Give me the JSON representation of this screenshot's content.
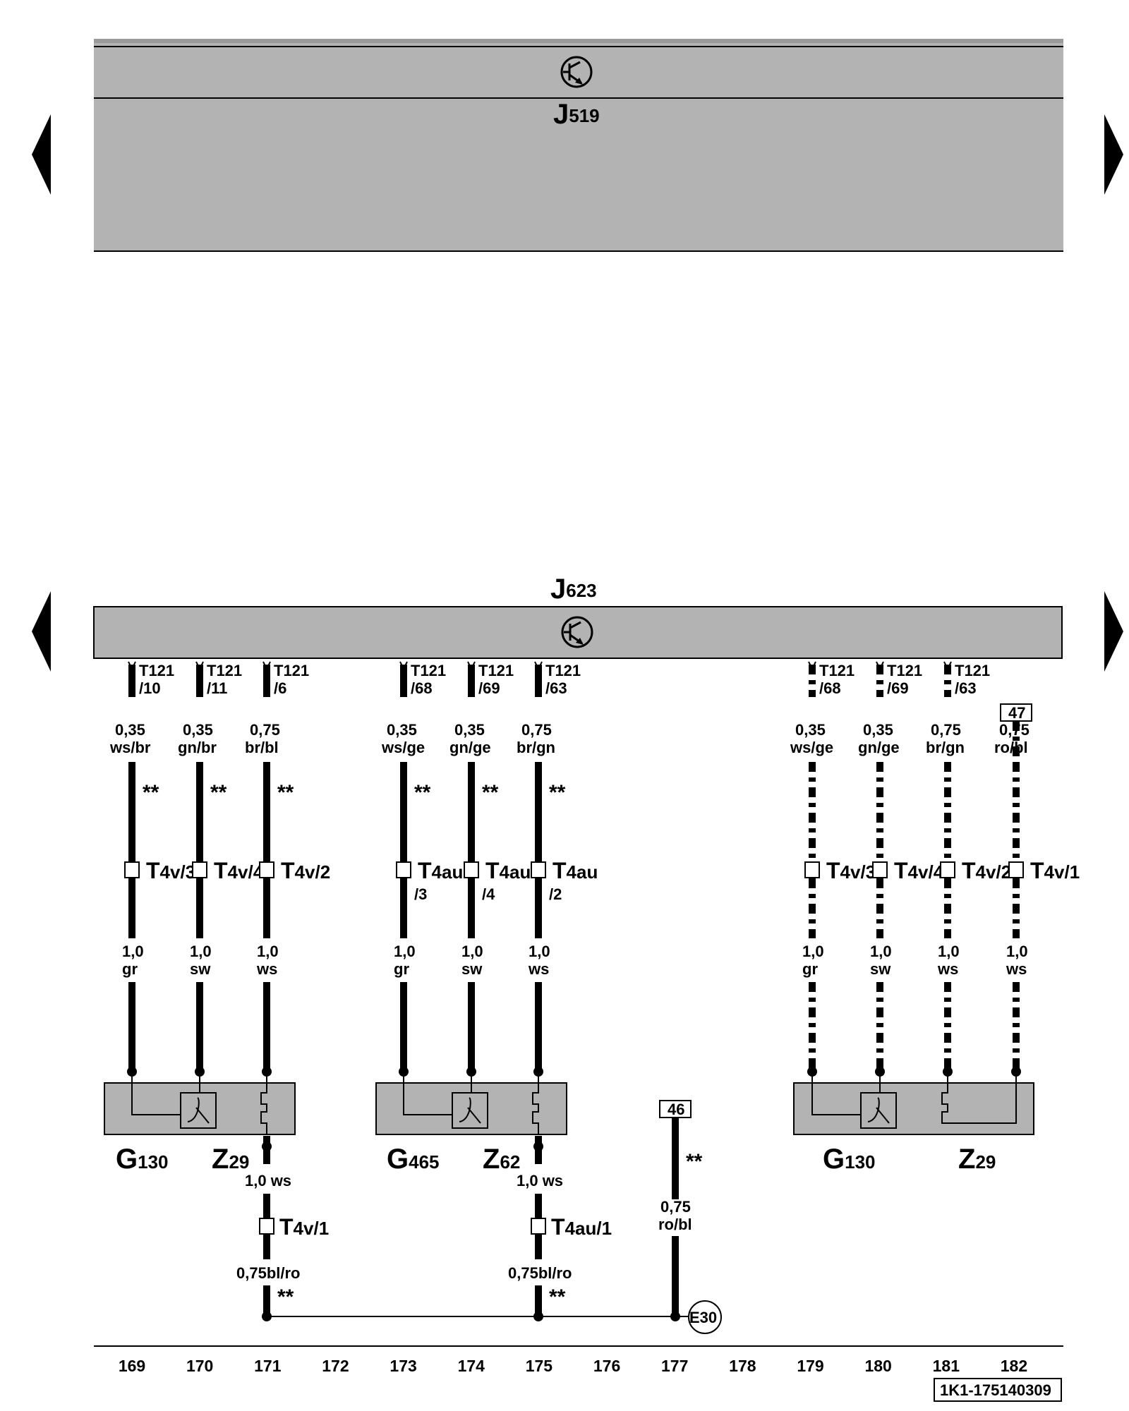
{
  "components": {
    "j519": {
      "letter": "J",
      "sub": "519"
    },
    "j623": {
      "letter": "J",
      "sub": "623"
    }
  },
  "wires_top": [
    {
      "pin": "T121",
      "pin_sub": "/10",
      "gauge": "0,35",
      "color": "ws/br",
      "note": "**",
      "conn": "T",
      "conn_sub": "4v/3",
      "conn_sub2": "",
      "gauge2": "1,0",
      "color2": "gr",
      "dashed": false
    },
    {
      "pin": "T121",
      "pin_sub": "/11",
      "gauge": "0,35",
      "color": "gn/br",
      "note": "**",
      "conn": "T",
      "conn_sub": "4v/4",
      "conn_sub2": "",
      "gauge2": "1,0",
      "color2": "sw",
      "dashed": false
    },
    {
      "pin": "T121",
      "pin_sub": "/6",
      "gauge": "0,75",
      "color": "br/bl",
      "note": "**",
      "conn": "T",
      "conn_sub": "4v/2",
      "conn_sub2": "",
      "gauge2": "1,0",
      "color2": "ws",
      "dashed": false
    },
    {
      "pin": "T121",
      "pin_sub": "/68",
      "gauge": "0,35",
      "color": "ws/ge",
      "note": "**",
      "conn": "T",
      "conn_sub": "4au",
      "conn_sub2": "/3",
      "gauge2": "1,0",
      "color2": "gr",
      "dashed": false
    },
    {
      "pin": "T121",
      "pin_sub": "/69",
      "gauge": "0,35",
      "color": "gn/ge",
      "note": "**",
      "conn": "T",
      "conn_sub": "4au",
      "conn_sub2": "/4",
      "gauge2": "1,0",
      "color2": "sw",
      "dashed": false
    },
    {
      "pin": "T121",
      "pin_sub": "/63",
      "gauge": "0,75",
      "color": "br/gn",
      "note": "**",
      "conn": "T",
      "conn_sub": "4au",
      "conn_sub2": "/2",
      "gauge2": "1,0",
      "color2": "ws",
      "dashed": false
    },
    {
      "pin": "T121",
      "pin_sub": "/68",
      "gauge": "0,35",
      "color": "ws/ge",
      "note": "",
      "conn": "T",
      "conn_sub": "4v/3",
      "conn_sub2": "",
      "gauge2": "1,0",
      "color2": "gr",
      "dashed": true
    },
    {
      "pin": "T121",
      "pin_sub": "/69",
      "gauge": "0,35",
      "color": "gn/ge",
      "note": "",
      "conn": "T",
      "conn_sub": "4v/4",
      "conn_sub2": "",
      "gauge2": "1,0",
      "color2": "sw",
      "dashed": true
    },
    {
      "pin": "T121",
      "pin_sub": "/63",
      "gauge": "0,75",
      "color": "br/gn",
      "note": "",
      "conn": "T",
      "conn_sub": "4v/2",
      "conn_sub2": "",
      "gauge2": "1,0",
      "color2": "ws",
      "dashed": true
    },
    {
      "pin": "",
      "pin_sub": "",
      "gauge": "0,75",
      "color": "ro/bl",
      "note": "",
      "conn": "T",
      "conn_sub": "4v/1",
      "conn_sub2": "",
      "gauge2": "1,0",
      "color2": "ws",
      "dashed": true,
      "ref": "47"
    }
  ],
  "modules": [
    {
      "g_letter": "G",
      "g_sub": "130",
      "z_letter": "Z",
      "z_sub": "29"
    },
    {
      "g_letter": "G",
      "g_sub": "465",
      "z_letter": "Z",
      "z_sub": "62"
    },
    {
      "g_letter": "G",
      "g_sub": "130",
      "z_letter": "Z",
      "z_sub": "29"
    }
  ],
  "ground_wires": [
    {
      "gauge_color": "1,0 ws",
      "conn": "T",
      "conn_sub": "4v/1",
      "gauge_color2": "0,75bl/ro",
      "note": "**"
    },
    {
      "gauge_color": "1,0 ws",
      "conn": "T",
      "conn_sub": "4au/1",
      "gauge_color2": "0,75bl/ro",
      "note": "**"
    }
  ],
  "ref46": {
    "box": "46",
    "note": "**",
    "gauge": "0,75",
    "color": "ro/bl"
  },
  "ground_point": "E30",
  "columns": [
    "169",
    "170",
    "171",
    "172",
    "173",
    "174",
    "175",
    "176",
    "177",
    "178",
    "179",
    "180",
    "181",
    "182"
  ],
  "doc_id": "1K1-175140309"
}
